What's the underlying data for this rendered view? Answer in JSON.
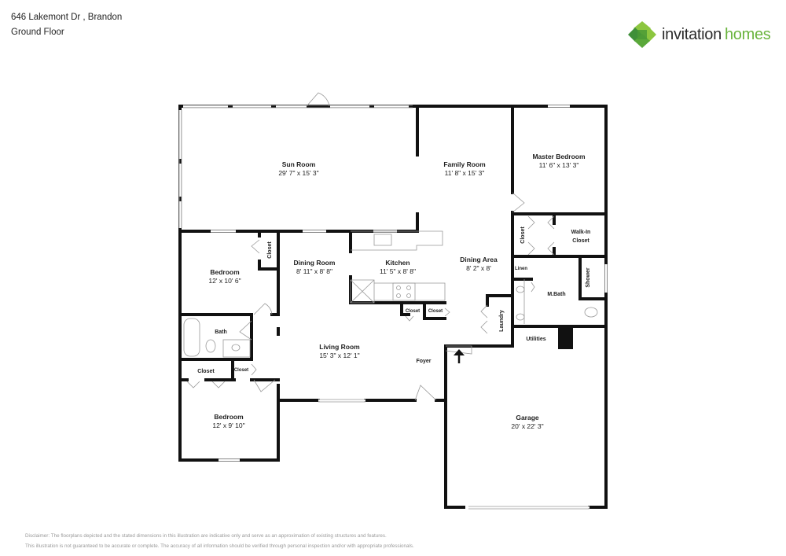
{
  "header": {
    "address": "646 Lakemont Dr , Brandon",
    "floor": "Ground Floor"
  },
  "logo": {
    "icon": "invitation-homes-leaf-logo-icon",
    "word1": "invitation",
    "word2": "homes",
    "colors": {
      "dark_green": "#3f8f3a",
      "light_green": "#8cc63f",
      "text_dark": "#2b2b2b",
      "text_green": "#6ab43e"
    }
  },
  "rooms": {
    "sun_room": {
      "name": "Sun Room",
      "dims": "29' 7\" x 15' 3\""
    },
    "family_room": {
      "name": "Family Room",
      "dims": "11' 8\" x 15' 3\""
    },
    "master_bedroom": {
      "name": "Master Bedroom",
      "dims": "11' 6\" x 13' 3\""
    },
    "bedroom_1": {
      "name": "Bedroom",
      "dims": "12' x 10' 6\""
    },
    "dining_room": {
      "name": "Dining Room",
      "dims": "8' 11\" x 8' 8\""
    },
    "kitchen": {
      "name": "Kitchen",
      "dims": "11' 5\" x 8' 8\""
    },
    "dining_area": {
      "name": "Dining Area",
      "dims": "8' 2\" x 8'"
    },
    "living_room": {
      "name": "Living Room",
      "dims": "15' 3\" x 12' 1\""
    },
    "bedroom_2": {
      "name": "Bedroom",
      "dims": "12' x 9' 10\""
    },
    "garage": {
      "name": "Garage",
      "dims": "20' x 22' 3\""
    }
  },
  "labels": {
    "closet": "Closet",
    "walk_in_1": "Walk-In",
    "walk_in_2": "Closet",
    "linen": "Linen",
    "shower": "Shower",
    "mbath": "M.Bath",
    "laundry": "Laundry",
    "utilities": "Utilities",
    "bath": "Bath",
    "foyer": "Foyer"
  },
  "disclaimer": {
    "line1": "Disclaimer: The floorplans depicted and the stated dimensions in this illustration are indicative only and serve as an approximation of existing structures and features.",
    "line2": "This illustration is not guaranteed to be accurate or complete. The accuracy of all information should be verified through personal inspection and/or with appropriate professionals."
  }
}
